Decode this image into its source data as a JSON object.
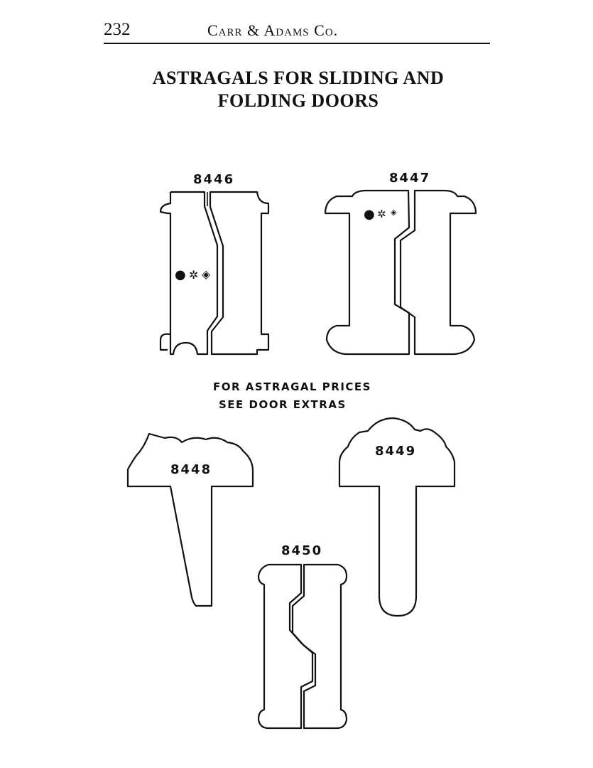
{
  "header": {
    "page_number": "232",
    "running_head": "Carr & Adams Co."
  },
  "title": {
    "line1": "ASTRAGALS FOR SLIDING AND",
    "line2": "FOLDING DOORS"
  },
  "parts": [
    {
      "number": "8446"
    },
    {
      "number": "8447"
    },
    {
      "number": "8448"
    },
    {
      "number": "8449"
    },
    {
      "number": "8450"
    }
  ],
  "note": {
    "line1": "FOR  ASTRAGAL PRICES",
    "line2": "SEE DOOR EXTRAS"
  },
  "symbols": {
    "dot": "●",
    "star": "✲",
    "diamond": "◈"
  },
  "icons": [
    "solid-dot-icon",
    "asterisk-icon",
    "diamond-icon"
  ]
}
